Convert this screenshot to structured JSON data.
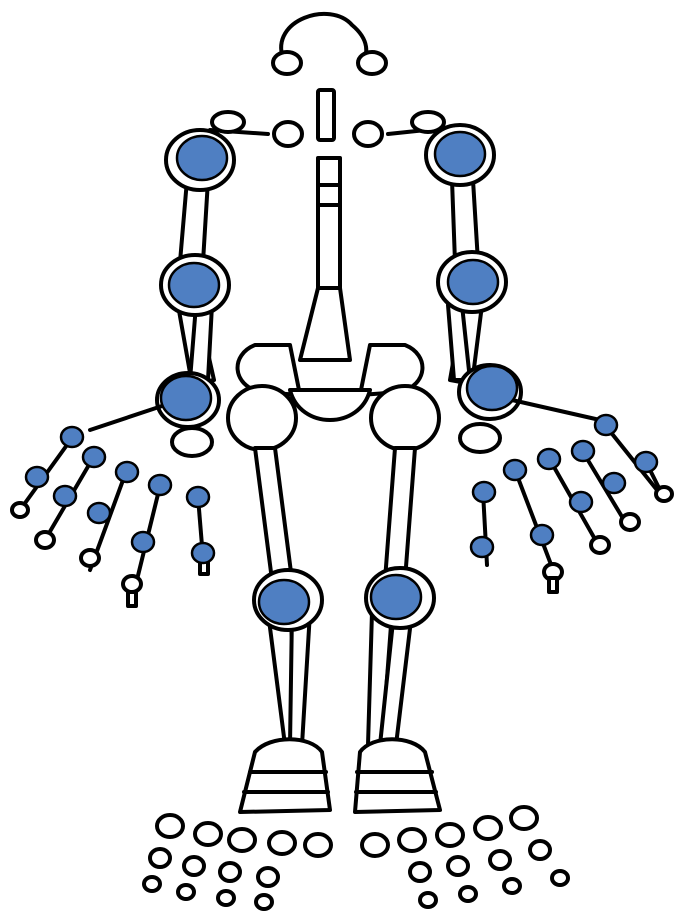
{
  "diagram": {
    "colors": {
      "background": "#ffffff",
      "outline": "#000000",
      "bone_fill": "#ffffff",
      "highlight_joint": "#4f7fc2"
    },
    "highlighted_joints": [
      "left-shoulder",
      "right-shoulder",
      "left-elbow",
      "right-elbow",
      "left-wrist",
      "right-wrist",
      "left-knee",
      "right-knee",
      "left-hand-knuckles",
      "right-hand-knuckles"
    ]
  }
}
